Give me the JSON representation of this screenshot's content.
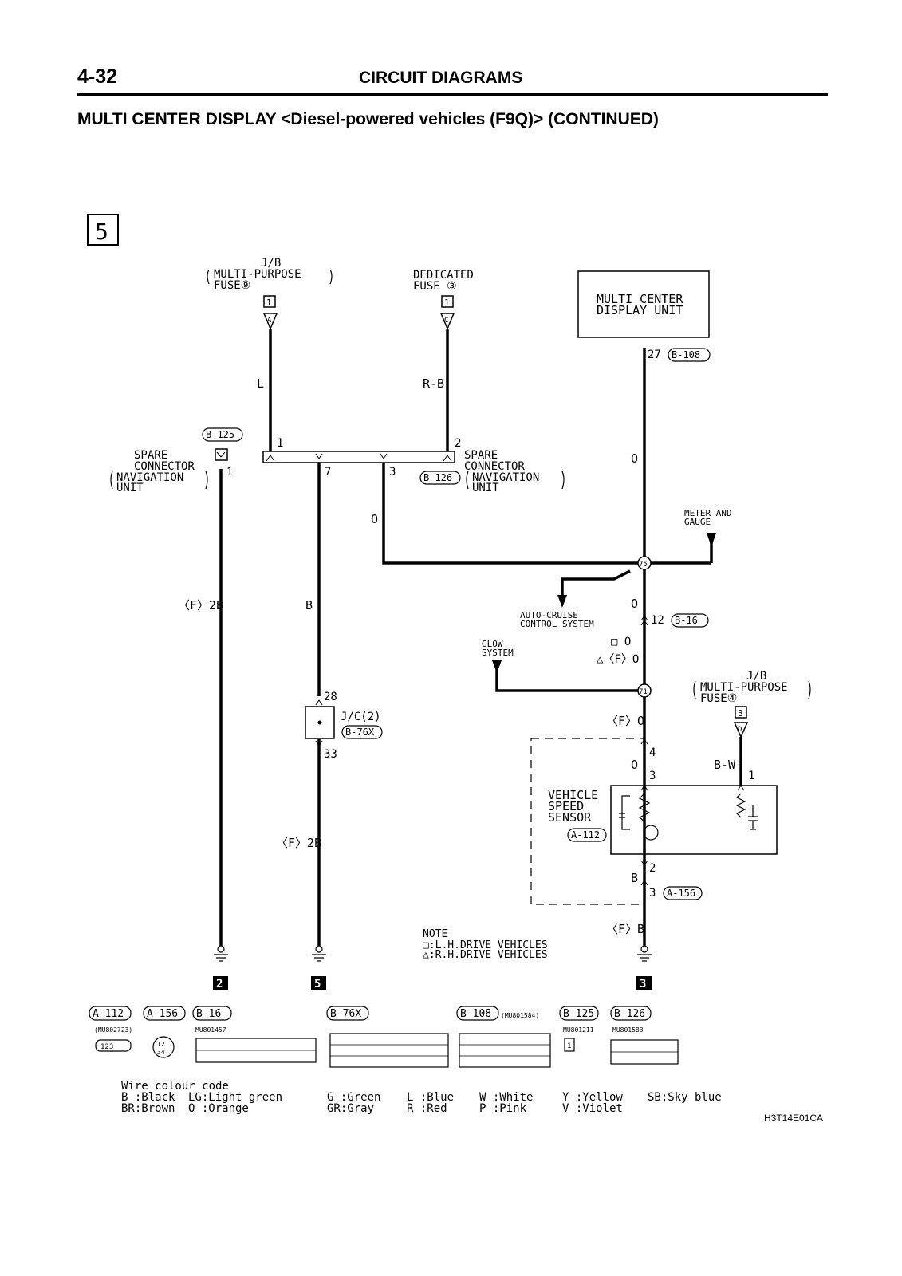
{
  "header": {
    "page_number": "4-32",
    "section_title": "CIRCUIT DIAGRAMS",
    "subtitle": "MULTI CENTER DISPLAY <Diesel-powered vehicles (F9Q)> (CONTINUED)"
  },
  "sheet_marker": "5",
  "components": {
    "jb_fuse9": {
      "line1": "J/B",
      "line2": "MULTI-PURPOSE",
      "line3": "FUSE⑨",
      "box": "1",
      "tri": "A"
    },
    "dedicated_fuse3": {
      "line1": "DEDICATED",
      "line2": "FUSE ③",
      "box": "1",
      "tri": "C"
    },
    "mcd_unit": {
      "line1": "MULTI CENTER",
      "line2": "DISPLAY UNIT"
    },
    "spare_left": {
      "code": "B-125",
      "line1": "SPARE",
      "line2": "CONNECTOR",
      "line3": "NAVIGATION",
      "line4": "UNIT",
      "pin": "1"
    },
    "spare_right": {
      "code": "B-126",
      "line1": "SPARE",
      "line2": "CONNECTOR",
      "line3": "NAVIGATION",
      "line4": "UNIT"
    },
    "meter_gauge": {
      "line1": "METER AND",
      "line2": "GAUGE"
    },
    "auto_cruise": {
      "line1": "AUTO-CRUISE",
      "line2": "CONTROL SYSTEM"
    },
    "glow": {
      "line1": "GLOW",
      "line2": "SYSTEM"
    },
    "jb_fuse4": {
      "line1": "J/B",
      "line2": "MULTI-PURPOSE",
      "line3": "FUSE④",
      "box": "3",
      "tri": "D"
    },
    "jc2": {
      "label": "J/C(2)",
      "code": "B-76X",
      "pin_top": "28",
      "pin_bottom": "33"
    },
    "vss": {
      "line1": "VEHICLE",
      "line2": "SPEED",
      "line3": "SENSOR",
      "code": "A-112"
    }
  },
  "wires": {
    "L": "L",
    "RB": "R-B",
    "O": "O",
    "B": "B",
    "BW": "B-W",
    "F2B": "〈F〉2B",
    "FO": "〈F〉O",
    "FB": "〈F〉B",
    "sq_O": "□ O",
    "tri_FO": "△〈F〉O"
  },
  "pins": {
    "p1": "1",
    "p2": "2",
    "p3": "3",
    "p7": "7",
    "p4": "4",
    "p12": "12",
    "p27": "27",
    "p28": "28",
    "p33": "33"
  },
  "connector_codes": {
    "b108": "B-108",
    "b16": "B-16",
    "a156": "A-156"
  },
  "splices": {
    "s75": "75",
    "s71": "71"
  },
  "grounds": {
    "g2": "2",
    "g5": "5",
    "g3": "3"
  },
  "note": {
    "title": "NOTE",
    "line1": "□:L.H.DRIVE VEHICLES",
    "line2": "△:R.H.DRIVE VEHICLES"
  },
  "connectors": [
    {
      "code": "A-112",
      "part": "(MU802723)"
    },
    {
      "code": "A-156",
      "part": ""
    },
    {
      "code": "B-16",
      "part": "MU801457"
    },
    {
      "code": "B-76X",
      "part": ""
    },
    {
      "code": "B-108",
      "part": "(MU801584)"
    },
    {
      "code": "B-125",
      "part": "MU801211"
    },
    {
      "code": "B-126",
      "part": "MU801583"
    }
  ],
  "wire_colour_code": {
    "title": "Wire colour code",
    "entries": [
      "B :Black",
      "BR:Brown",
      "LG:Light green",
      "O :Orange",
      "G :Green",
      "GR:Gray",
      "L :Blue",
      "R :Red",
      "W :White",
      "P :Pink",
      "Y :Yellow",
      "V :Violet",
      "SB:Sky blue"
    ]
  },
  "document_code": "H3T14E01CA"
}
